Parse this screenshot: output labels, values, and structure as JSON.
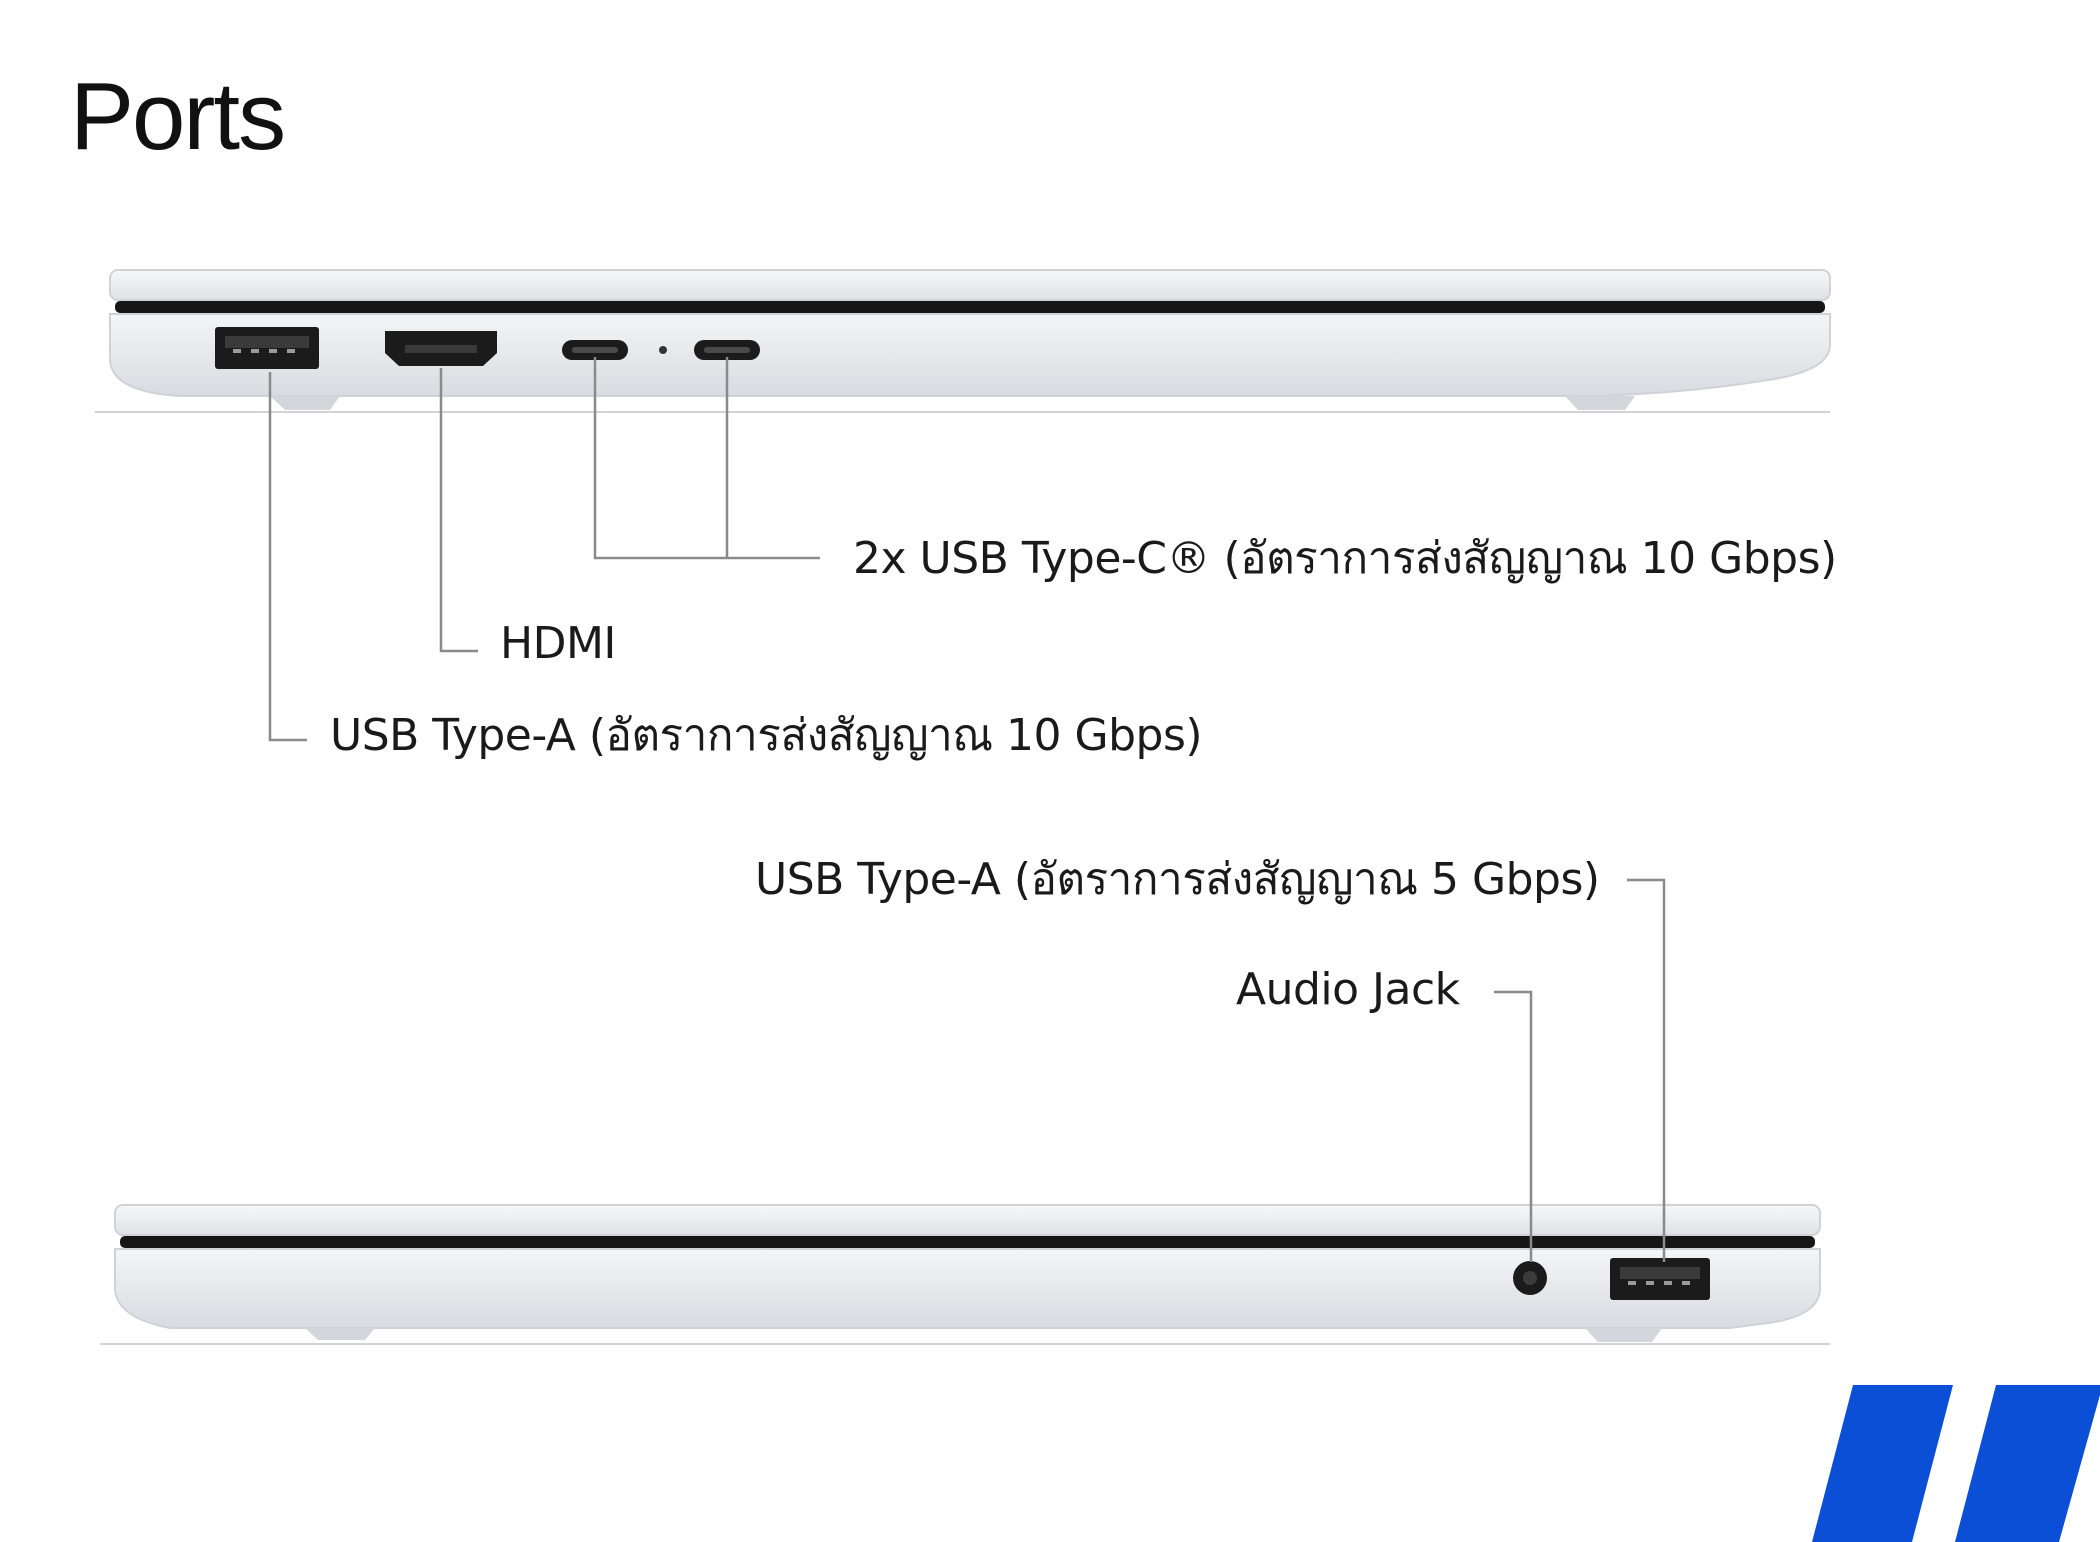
{
  "page": {
    "title": "Ports"
  },
  "callouts": {
    "left_side": {
      "usb_c": "2x USB Type-C® (อัตราการส่งสัญญาณ 10 Gbps)",
      "hdmi": "HDMI",
      "usb_a": "USB Type-A (อัตราการส่งสัญญาณ 10 Gbps)"
    },
    "right_side": {
      "usb_a": "USB Type-A (อัตราการส่งสัญญาณ 5 Gbps)",
      "audio_jack": "Audio Jack"
    }
  },
  "colors": {
    "chassis": "#e9ebee",
    "port": "#1b1b1b",
    "leader_line": "#8a8a8a",
    "brand_stripes": "#0a4fd6"
  }
}
